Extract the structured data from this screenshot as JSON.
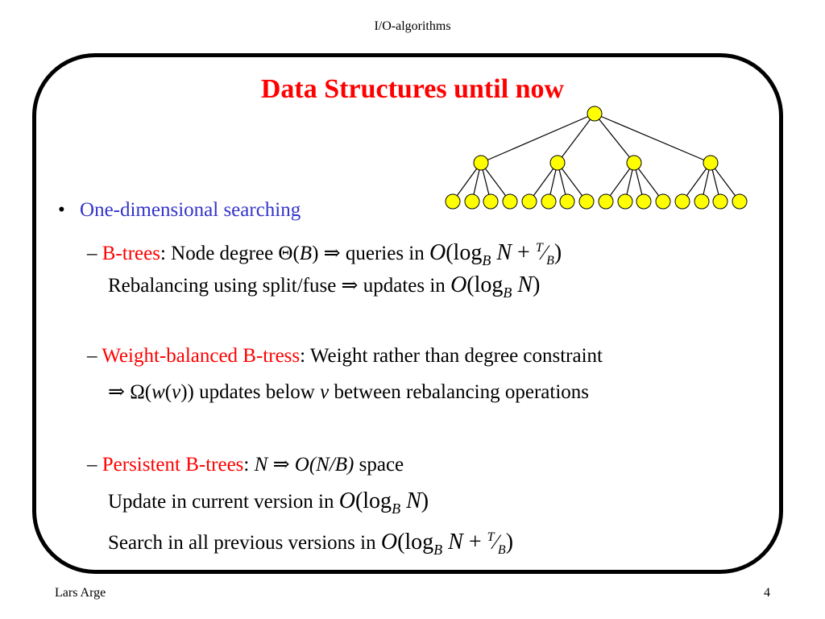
{
  "header": {
    "course": "I/O-algorithms"
  },
  "slide": {
    "title": "Data Structures until now",
    "bullet": {
      "symbol": "•",
      "text": "One-dimensional searching"
    },
    "btree": {
      "dash": "–",
      "name": "B-trees",
      "text1": ": Node degree Θ(",
      "var_b": "B",
      "text2": ") ⇒ queries in ",
      "formula_o": "O",
      "formula_open": "(log",
      "formula_sub": "B",
      "formula_n": " N",
      "formula_plus": " + ",
      "formula_t": "T",
      "formula_slash": "⁄",
      "formula_b": "B",
      "formula_close": ")"
    },
    "rebalance": {
      "text": "Rebalancing using split/fuse ⇒ updates in ",
      "formula_o": "O",
      "formula_open": "(log",
      "formula_sub": "B",
      "formula_n": " N",
      "formula_close": ")"
    },
    "weight": {
      "dash": "–",
      "name": "Weight-balanced B-tress",
      "text": ": Weight rather than degree constraint"
    },
    "weight2": {
      "arrow": "⇒ Ω(",
      "w": "w",
      "paren1": "(",
      "v": "v",
      "text1": ")) updates below ",
      "v2": "v",
      "text2": " between rebalancing operations"
    },
    "persistent": {
      "dash": "–",
      "name": "Persistent B-trees",
      "colon": ": ",
      "n": "N",
      "arrow": " ⇒ ",
      "o": "O",
      "space_formula": "(N/B)",
      "space": " space"
    },
    "update": {
      "text": "Update in current version in ",
      "formula_o": "O",
      "formula_open": "(log",
      "formula_sub": "B",
      "formula_n": " N",
      "formula_close": ")"
    },
    "search": {
      "text": "Search in all previous versions in ",
      "formula_o": "O",
      "formula_open": "(log",
      "formula_sub": "B",
      "formula_n": " N",
      "formula_plus": " + ",
      "formula_t": "T",
      "formula_slash": "⁄",
      "formula_b": "B",
      "formula_close": ")"
    }
  },
  "footer": {
    "author": "Lars Arge",
    "page": "4"
  },
  "colors": {
    "accent_red": "#ff0000",
    "accent_blue": "#3333cc",
    "node_fill": "#ffff00"
  }
}
